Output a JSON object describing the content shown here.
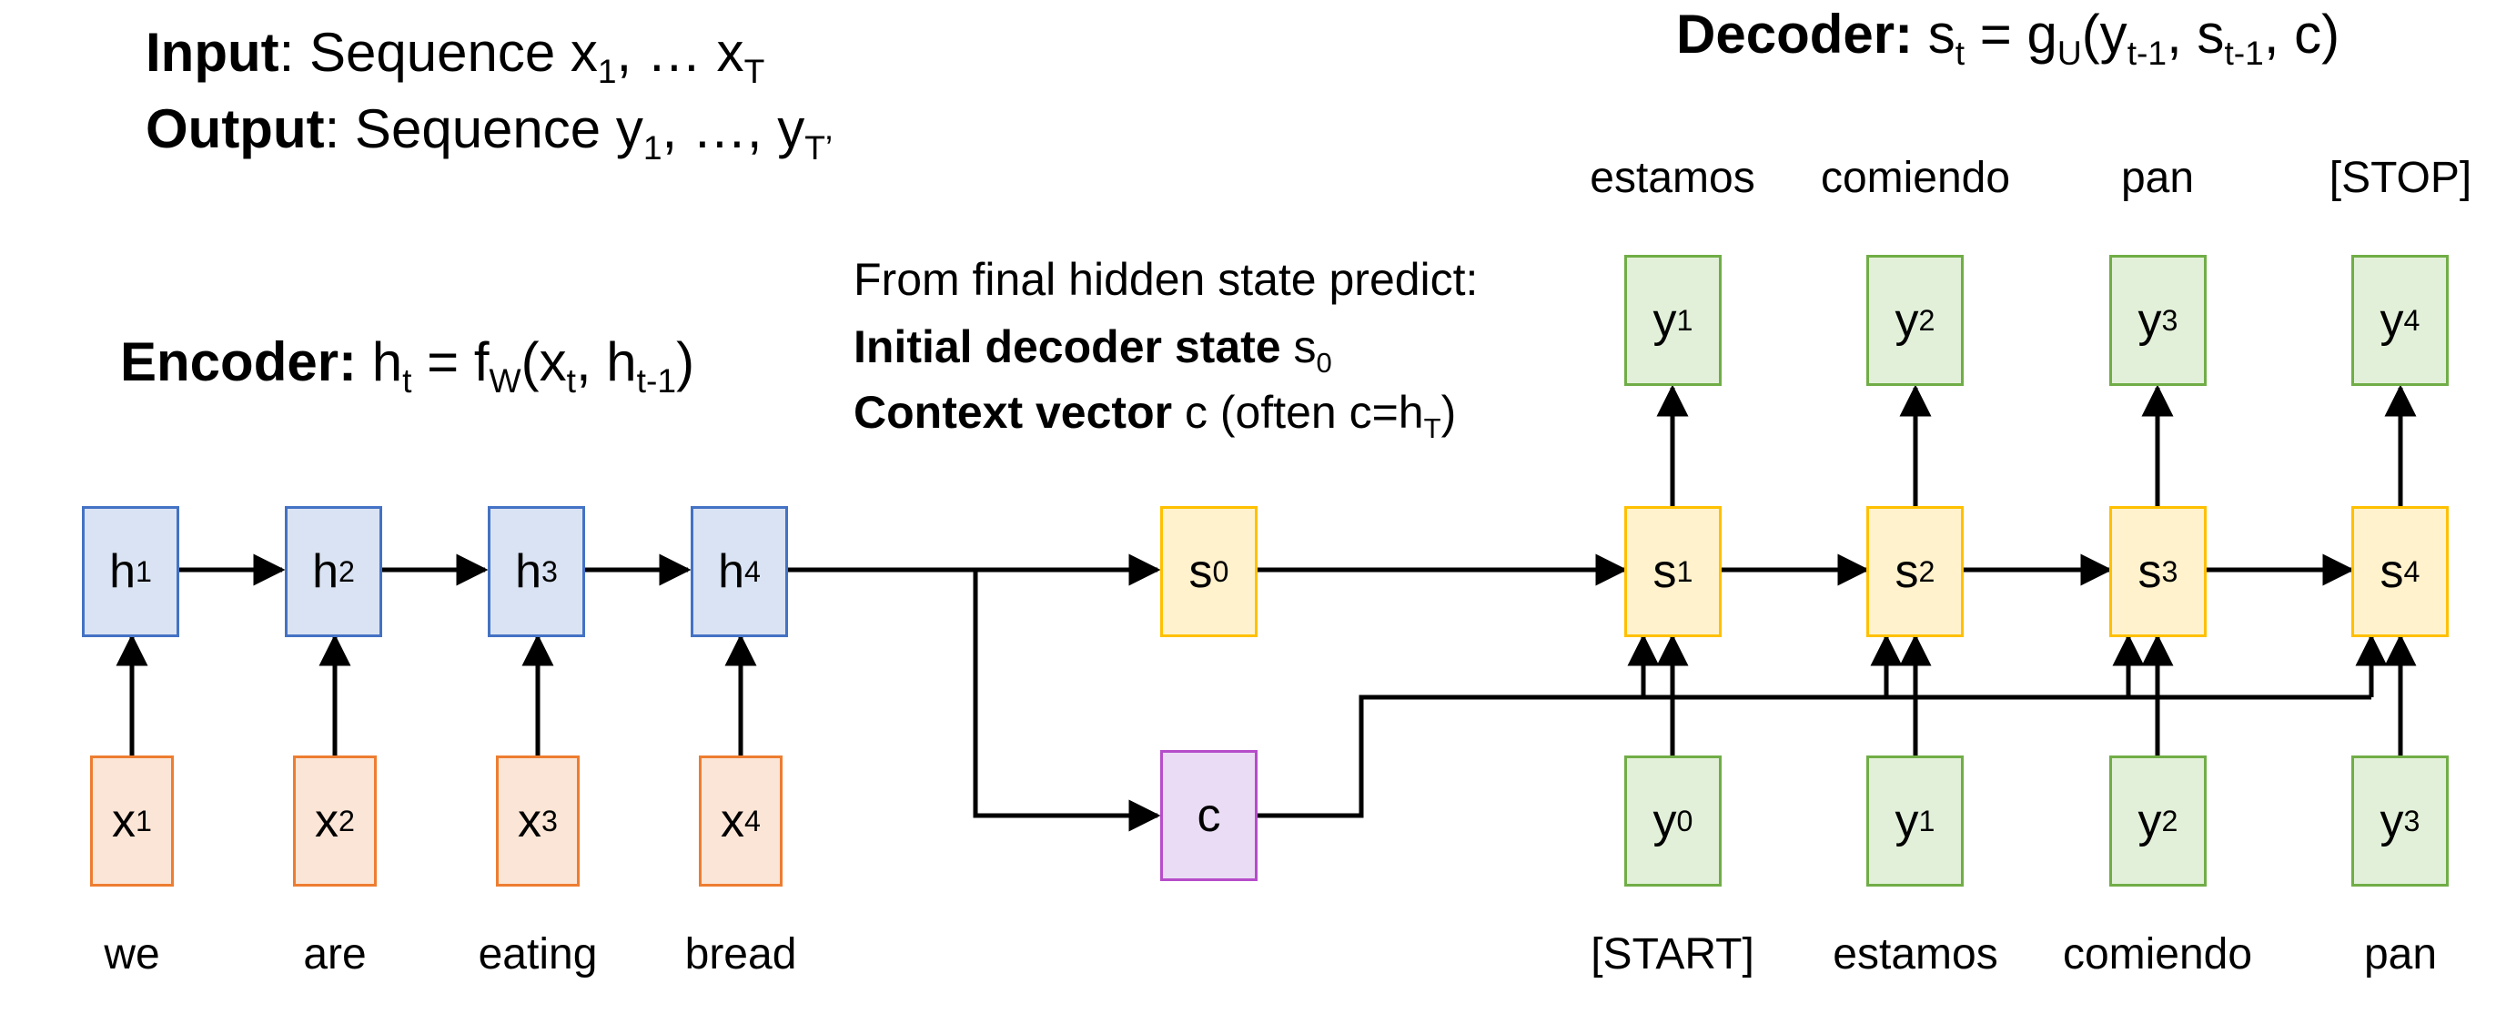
{
  "header": {
    "input_label": "Input",
    "input_text": ": Sequence x",
    "input_sub1": "1",
    "input_mid": ", … x",
    "input_subT": "T",
    "output_label": "Output",
    "output_text": ": Sequence y",
    "output_sub1": "1",
    "output_mid": ", …, y",
    "output_subT": "T’",
    "decoder_label": "Decoder:",
    "decoder_eq": "s",
    "decoder_eq_sub": "t",
    "decoder_eq_rest1": " = g",
    "decoder_eq_sub_u": "U",
    "decoder_eq_rest2": "(y",
    "decoder_eq_sub_a": "t-1",
    "decoder_eq_rest3": ", s",
    "decoder_eq_sub_b": "t-1",
    "decoder_eq_rest4": ", c)",
    "encoder_label": "Encoder:",
    "encoder_eq": "h",
    "encoder_eq_sub": "t",
    "encoder_eq_rest1": " = f",
    "encoder_eq_sub_w": "W",
    "encoder_eq_rest2": "(x",
    "encoder_eq_sub_a": "t",
    "encoder_eq_rest3": ", h",
    "encoder_eq_sub_b": "t-1",
    "encoder_eq_rest4": ")"
  },
  "middle_note": {
    "line1": "From final hidden state predict:",
    "line2_bold": "Initial decoder state",
    "line2_rest": " s",
    "line2_sub": "0",
    "line3_bold": "Context vector",
    "line3_rest": " c (often c=h",
    "line3_sub": "T",
    "line3_end": ")"
  },
  "encoder": {
    "hidden": [
      {
        "base": "h",
        "sub": "1"
      },
      {
        "base": "h",
        "sub": "2"
      },
      {
        "base": "h",
        "sub": "3"
      },
      {
        "base": "h",
        "sub": "4"
      }
    ],
    "inputs": [
      {
        "base": "x",
        "sub": "1"
      },
      {
        "base": "x",
        "sub": "2"
      },
      {
        "base": "x",
        "sub": "3"
      },
      {
        "base": "x",
        "sub": "4"
      }
    ],
    "words": [
      "we",
      "are",
      "eating",
      "bread"
    ]
  },
  "bridge": {
    "s0": {
      "base": "s",
      "sub": "0"
    },
    "c": "c"
  },
  "decoder": {
    "states": [
      {
        "base": "s",
        "sub": "1"
      },
      {
        "base": "s",
        "sub": "2"
      },
      {
        "base": "s",
        "sub": "3"
      },
      {
        "base": "s",
        "sub": "4"
      }
    ],
    "outputs": [
      {
        "base": "y",
        "sub": "1"
      },
      {
        "base": "y",
        "sub": "2"
      },
      {
        "base": "y",
        "sub": "3"
      },
      {
        "base": "y",
        "sub": "4"
      }
    ],
    "inputs": [
      {
        "base": "y",
        "sub": "0"
      },
      {
        "base": "y",
        "sub": "1"
      },
      {
        "base": "y",
        "sub": "2"
      },
      {
        "base": "y",
        "sub": "3"
      }
    ],
    "output_words": [
      "estamos",
      "comiendo",
      "pan",
      "[STOP]"
    ],
    "input_words": [
      "[START]",
      "estamos",
      "comiendo",
      "pan"
    ]
  },
  "colors": {
    "encoder_hidden": "#dae3f3",
    "encoder_input": "#fbe5d6",
    "decoder_state": "#fff2cc",
    "decoder_token": "#e2f0d9",
    "context": "#eadcf4"
  }
}
